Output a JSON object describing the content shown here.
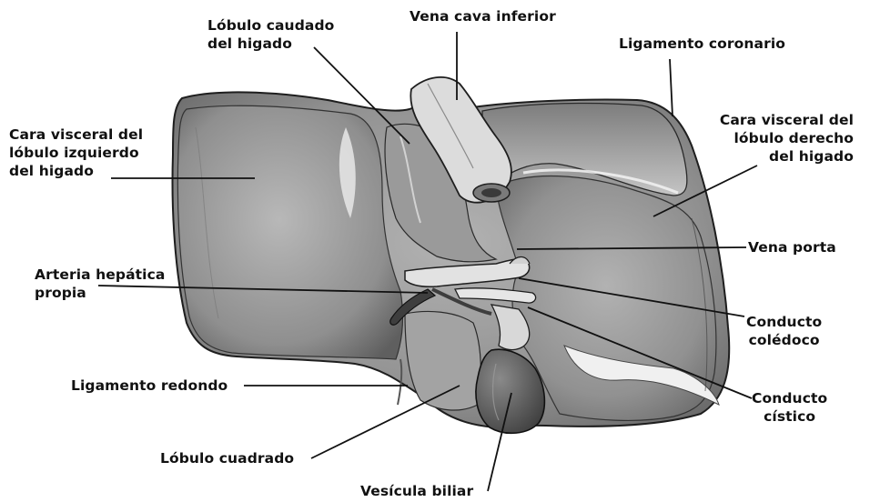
{
  "labels": {
    "lobulo_caudado": [
      "Lóbulo caudado",
      "del higado"
    ],
    "vena_cava_inferior": "Vena cava inferior",
    "ligamento_coronario": "Ligamento coronario",
    "cara_visceral_izquierdo": [
      "Cara visceral del",
      "lóbulo izquierdo",
      "del higado"
    ],
    "cara_visceral_derecho": [
      "Cara visceral del",
      "lóbulo derecho",
      "del higado"
    ],
    "vena_porta": "Vena porta",
    "arteria_hepatica": [
      "Arteria hepática",
      "propia"
    ],
    "conducto_coledoco": [
      "Conducto",
      "colédoco"
    ],
    "ligamento_redondo": "Ligamento redondo",
    "conducto_cistico": [
      "Conducto",
      "cístico"
    ],
    "lobulo_cuadrado": "Lóbulo cuadrado",
    "vesicula_biliar": "Vesícula biliar"
  },
  "colors": {
    "liver_fill": "#a9a9a9",
    "liver_shadow": "#6f6f6f",
    "liver_highlight": "#e6e6e6",
    "outline": "#1e1e1e",
    "vessel": "#d9d9d9",
    "gallbladder": "#595959"
  }
}
